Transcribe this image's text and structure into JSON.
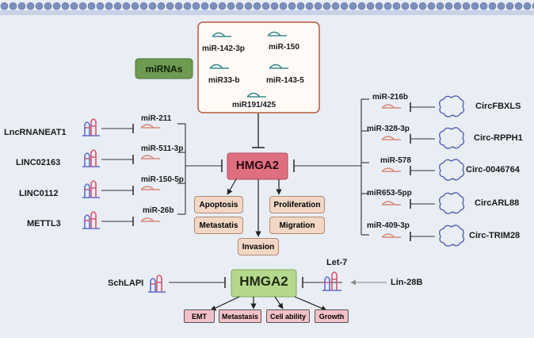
{
  "mirna_box": {
    "title": "miRNAs",
    "items": [
      "miR-142-3p",
      "miR-150",
      "miR33-b",
      "miR-143-5",
      "miR191/425"
    ]
  },
  "left_lncrnas": [
    {
      "name": "LncRNANEAT1",
      "mirna": "miR-211"
    },
    {
      "name": "LINC02163",
      "mirna": "miR-511-3p"
    },
    {
      "name": "LINC0112",
      "mirna": "miR-150-5p"
    },
    {
      "name": "METTL3",
      "mirna": "miR-26b"
    }
  ],
  "right_circrnas": [
    {
      "mirna": "miR-216b",
      "name": "CircFBXLS"
    },
    {
      "mirna": "miR-328-3p",
      "name": "Circ-RPPH1"
    },
    {
      "mirna": "miR-578",
      "name": "Circ-0046764"
    },
    {
      "mirna": "miR653-5pp",
      "name": "CircARL88"
    },
    {
      "mirna": "miR-409-3p",
      "name": "Circ-TRIM28"
    }
  ],
  "center": {
    "target": "HMGA2",
    "effects": [
      "Apoptosis",
      "Proliferation",
      "Metastatis",
      "Migration",
      "Invasion"
    ]
  },
  "bottom": {
    "target": "HMGA2",
    "inhibitor": "SchLAPI",
    "let7": "Let-7",
    "lin28": "Lin-28B",
    "outcomes": [
      "EMT",
      "Metastasis",
      "Cell ability",
      "Growth"
    ]
  },
  "colors": {
    "background": "#e9edf4",
    "mirna_label_bg": "#6f9a52",
    "hmga2_top": "#df6f80",
    "hmga2_bottom": "#b6d88d",
    "effect_box": "#f2d7c6",
    "outcome_box": "#f3c0c8",
    "mirna_box_border": "#b65a3c"
  }
}
